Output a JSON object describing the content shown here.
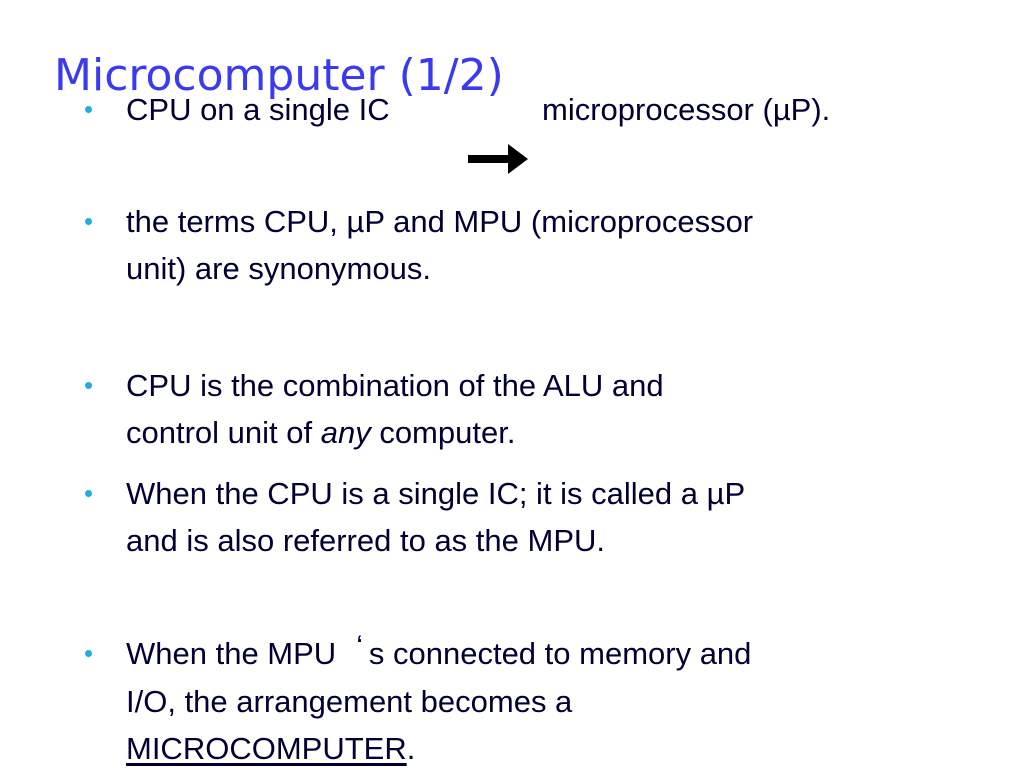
{
  "title": "Microcomputer (1/2)",
  "colors": {
    "title": "#3a3af0",
    "bullet_marker": "#29a9e0",
    "body_text": "#000033"
  },
  "icons": {
    "bullet": "bullet-dot",
    "arrow": "right-arrow-icon"
  },
  "bullets": [
    {
      "marker": "•",
      "text": "CPU on a single IC",
      "result": "microprocessor (µP)."
    },
    {
      "marker": "•",
      "line1": "the terms CPU, µP and MPU (microprocessor",
      "line2": "unit) are synonymous."
    },
    {
      "marker": "•",
      "line1": "CPU is the combination of the ALU and",
      "line2_pre": "control unit of ",
      "line2_em": "any",
      "line2_post": " computer."
    },
    {
      "marker": "•",
      "line1": "When the CPU is a single IC; it is called a µP",
      "line2": "and is also referred to as the MPU."
    },
    {
      "marker": "•",
      "line1_pre": "When the MPU",
      "line1_apos": "‘",
      "line1_post": "s connected to memory and",
      "line2": "I/O, the arrangement becomes a",
      "line3_underlined": "MICROCOMPUTER",
      "line3_end": "."
    }
  ]
}
